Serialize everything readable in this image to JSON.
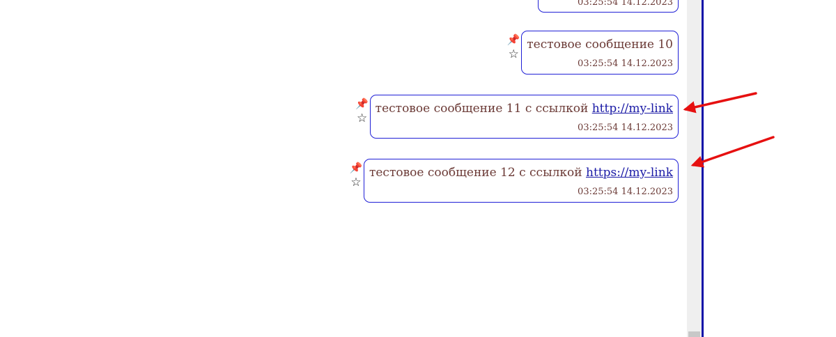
{
  "messages": [
    {
      "text": "",
      "time": "03:25:54 14.12.2023"
    },
    {
      "text": "тестовое сообщение 10",
      "time": "03:25:54 14.12.2023"
    },
    {
      "text": "тестовое сообщение 11 с ссылкой ",
      "link": "http://my-link",
      "time": "03:25:54 14.12.2023"
    },
    {
      "text": "тестовое сообщение 12 с ссылкой ",
      "link": "https://my-link",
      "time": "03:25:54 14.12.2023"
    }
  ],
  "icons": {
    "pin": "pushpin-icon",
    "star": "star-icon"
  },
  "colors": {
    "bubble_border": "#1f1fd6",
    "text": "#6b3a36",
    "link": "#1a1aa6",
    "arrow": "#e61010",
    "panel_border": "#1010a8"
  }
}
